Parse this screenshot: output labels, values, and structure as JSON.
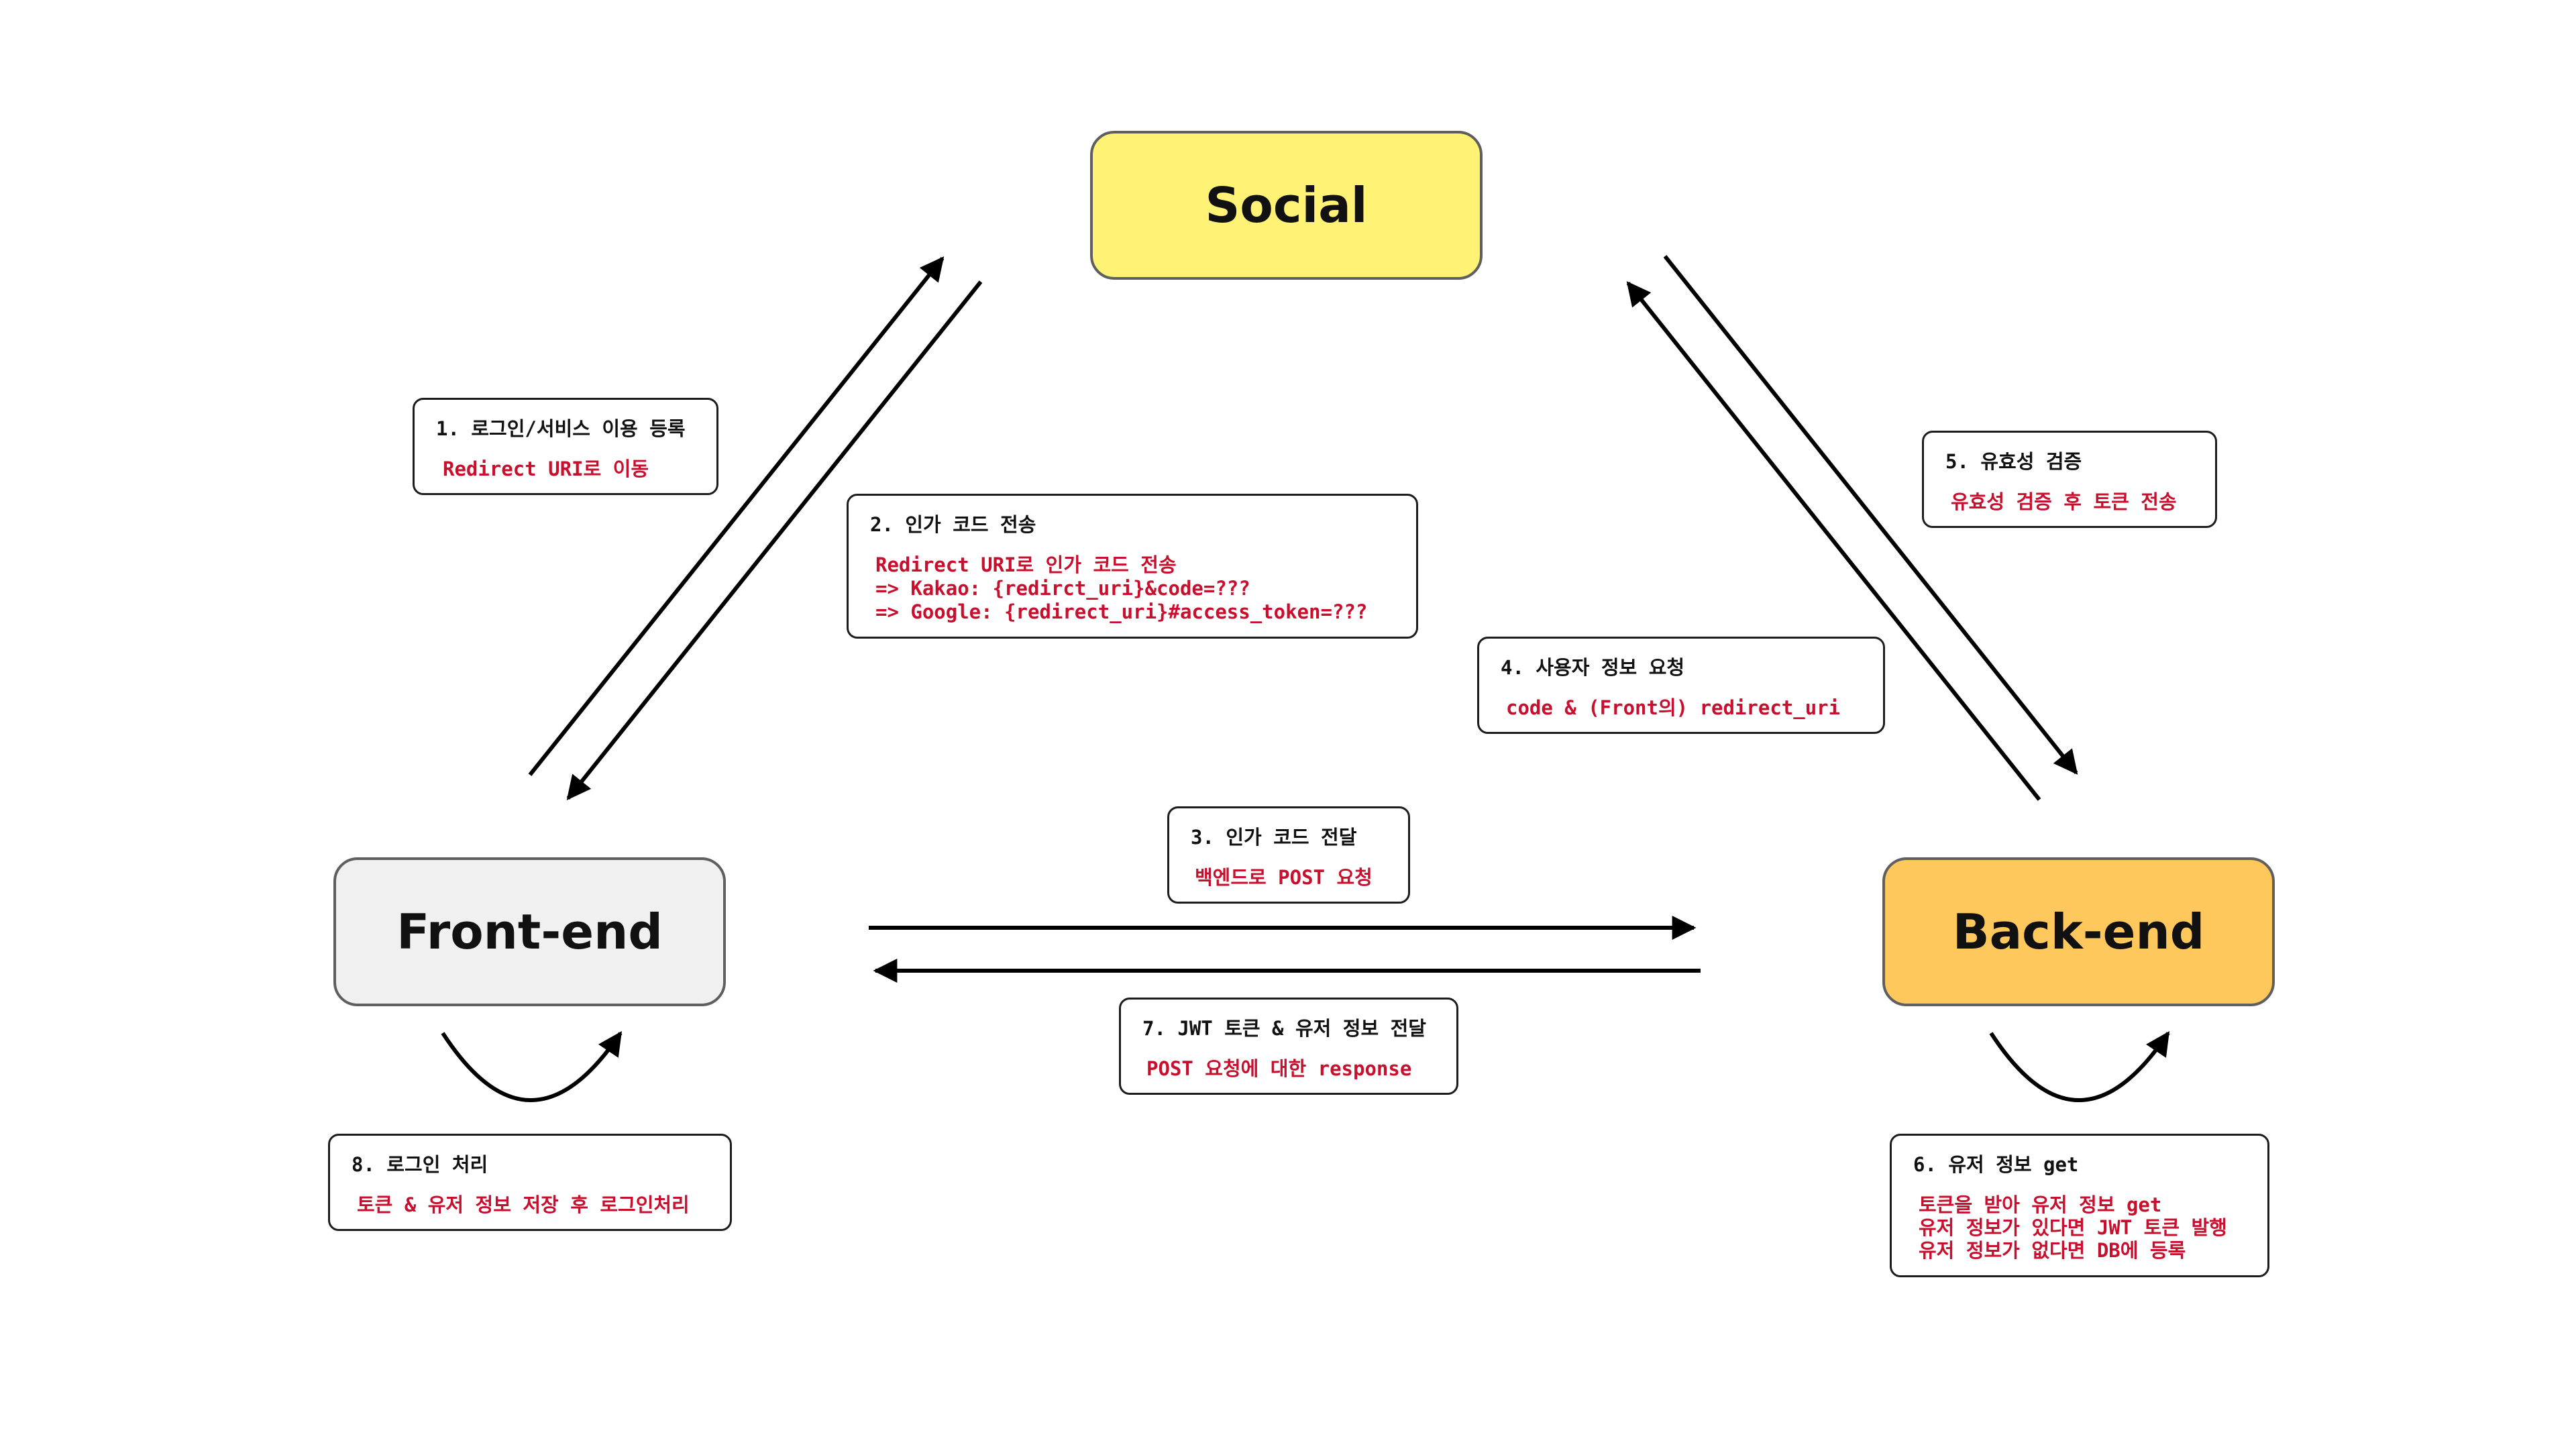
{
  "nodes": {
    "social": {
      "label": "Social",
      "color": "#fff275"
    },
    "frontend": {
      "label": "Front-end",
      "color": "#f0f0f0"
    },
    "backend": {
      "label": "Back-end",
      "color": "#ffc85c"
    }
  },
  "steps": [
    {
      "title": "1. 로그인/서비스 이용 등록",
      "body": [
        "Redirect URI로 이동"
      ]
    },
    {
      "title": "2. 인가 코드 전송",
      "body": [
        "Redirect URI로 인가 코드 전송",
        "=> Kakao: {redirct_uri}&code=???",
        "=> Google: {redirect_uri}#access_token=???"
      ]
    },
    {
      "title": "3. 인가 코드 전달",
      "body": [
        "백엔드로 POST 요청"
      ]
    },
    {
      "title": "4. 사용자 정보 요청",
      "body": [
        "code & (Front의) redirect_uri"
      ]
    },
    {
      "title": "5. 유효성 검증",
      "body": [
        "유효성 검증 후 토큰 전송"
      ]
    },
    {
      "title": "6. 유저 정보 get",
      "body": [
        "토큰을 받아 유저 정보 get",
        "유저 정보가 있다면 JWT 토큰 발행",
        "유저 정보가 없다면 DB에 등록"
      ]
    },
    {
      "title": "7. JWT 토큰 & 유저 정보 전달",
      "body": [
        "POST 요청에 대한 response"
      ]
    },
    {
      "title": "8. 로그인 처리",
      "body": [
        "토큰 & 유저 정보 저장 후 로그인처리"
      ]
    }
  ],
  "colors": {
    "note_text": "#c8102e",
    "arrow": "#000000"
  }
}
